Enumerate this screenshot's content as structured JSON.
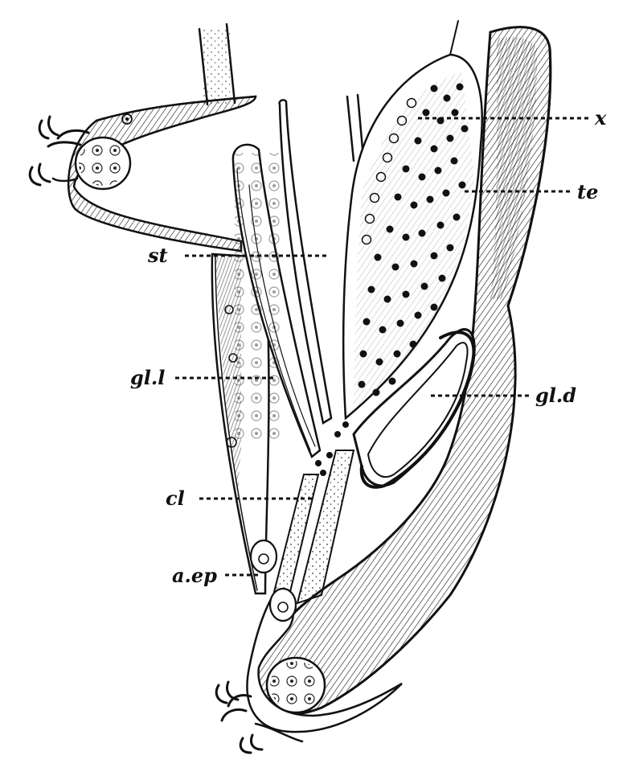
{
  "figure": {
    "labels": {
      "x": "x",
      "te": "te",
      "st": "st",
      "gll": "gl.l",
      "gld": "gl.d",
      "cl": "cl",
      "aep": "a.ep"
    }
  }
}
